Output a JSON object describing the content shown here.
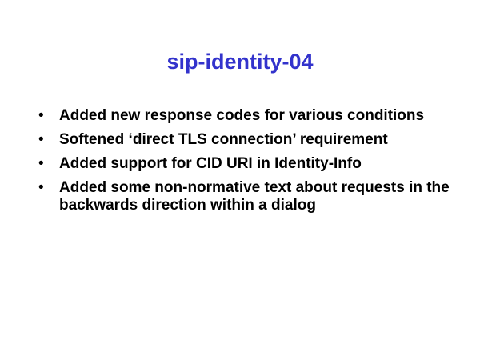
{
  "slide": {
    "title": "sip-identity-04",
    "bullets": [
      "Added new response codes for various conditions",
      "Softened ‘direct TLS connection’ requirement",
      "Added support for CID URI in Identity-Info",
      "Added some non-normative text about requests in the backwards direction within a dialog"
    ],
    "bullet_glyph": "•"
  }
}
